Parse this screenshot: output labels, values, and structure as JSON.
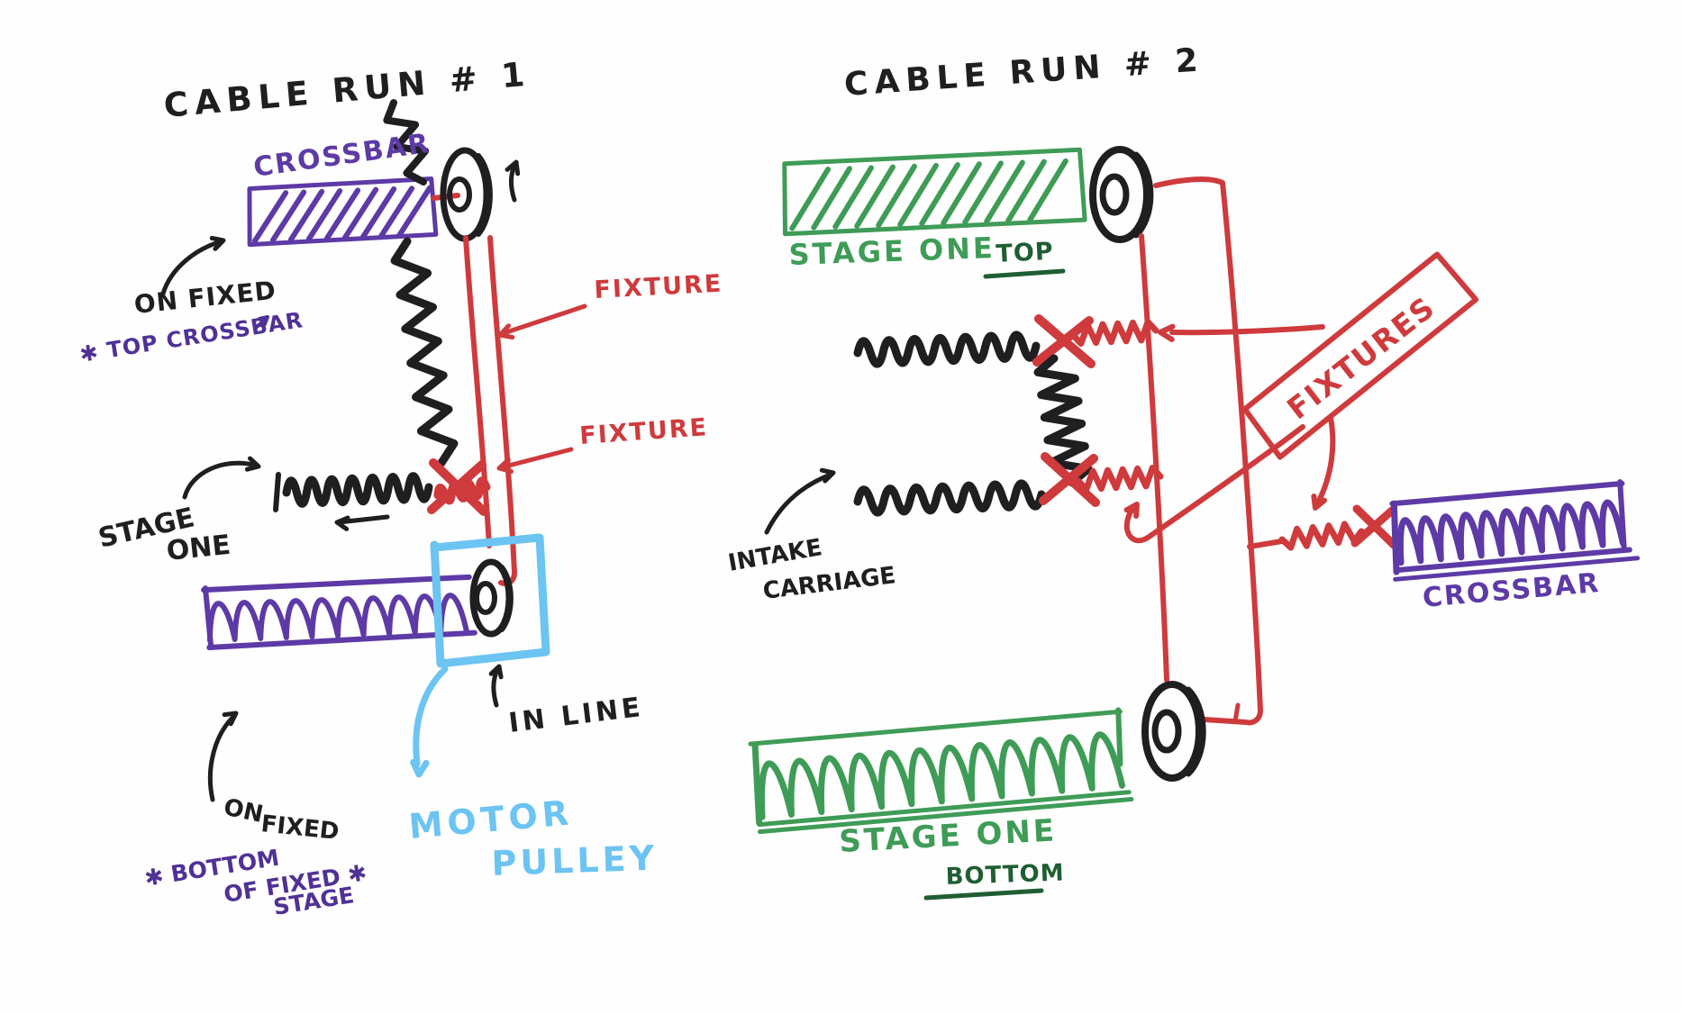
{
  "palette": {
    "black": "#1f1f21",
    "red": "#cf3a3c",
    "purple": "#5d3aa6",
    "purpleDark": "#503196",
    "blue": "#6cc4f2",
    "green": "#3f9c57",
    "greenDark": "#1f5e33",
    "background": "#fefefe"
  },
  "run1": {
    "title": "CABLE RUN # 1",
    "crossbar_label": "CROSSBAR",
    "on_fixed_label": "ON FIXED",
    "top_crossbar_note": "✱ TOP CROSSBAR",
    "stage_label_line1": "STAGE",
    "stage_label_line2": "ONE",
    "fixture_label_upper": "FIXTURE",
    "fixture_label_lower": "FIXTURE",
    "in_line_label": "IN LINE",
    "motor_pulley_label_line1": "MOTOR",
    "motor_pulley_label_line2": "PULLEY",
    "on_fixed_bottom_line1": "ON",
    "on_fixed_bottom_line2": "FIXED",
    "bottom_note_line1": "✱ BOTTOM",
    "bottom_note_line2": "OF FIXED ✱",
    "bottom_note_line3": "STAGE"
  },
  "run2": {
    "title": "CABLE RUN # 2",
    "stage_one_top_label": "STAGE ONE",
    "top_label": "TOP",
    "fixtures_label": "FIXTURES",
    "intake_line1": "INTAKE",
    "intake_line2": "CARRIAGE",
    "crossbar_label": "CROSSBAR",
    "stage_one_bottom_label": "STAGE ONE",
    "bottom_label": "BOTTOM"
  }
}
